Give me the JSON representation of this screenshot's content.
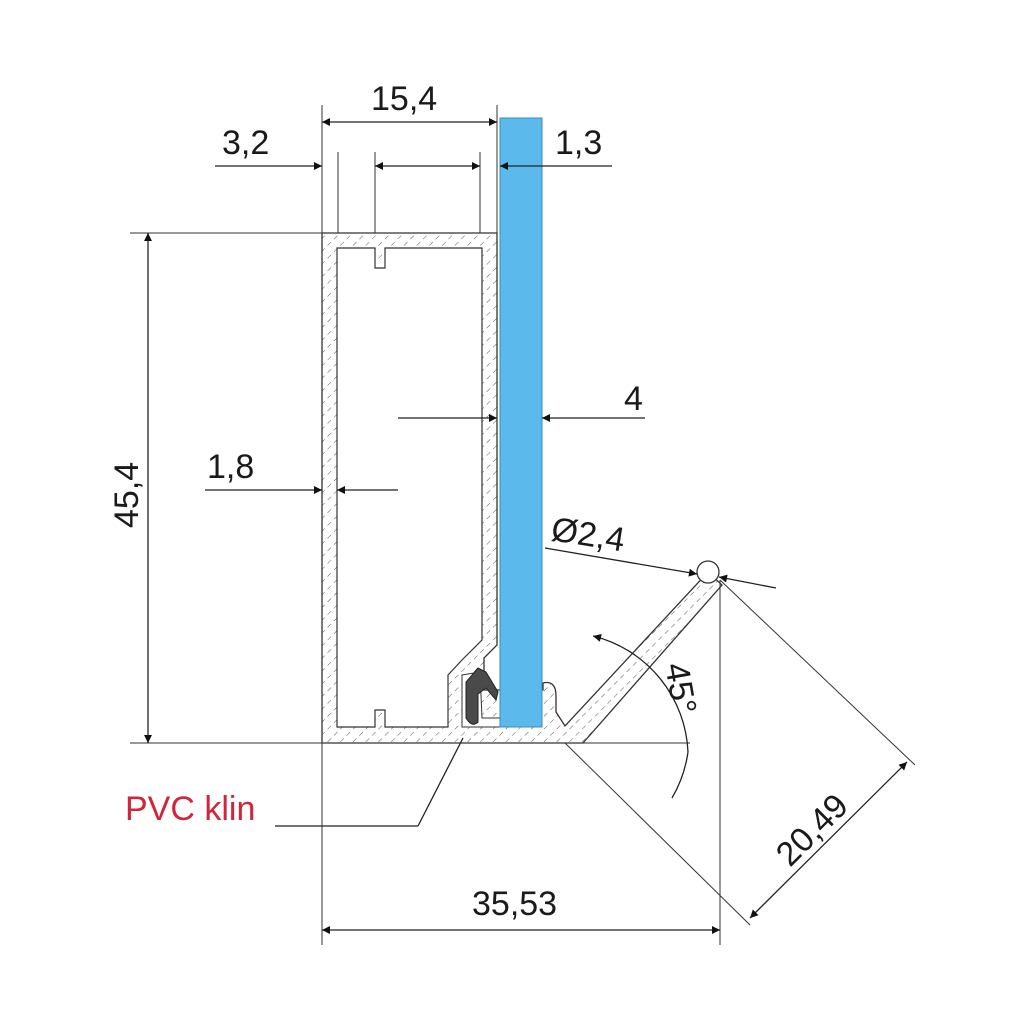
{
  "dimensions": {
    "top_width": "15,4",
    "wall_left": "3,2",
    "gap_glass": "1,3",
    "height": "45,4",
    "wall_thickness": "1,8",
    "glass_thickness": "4",
    "diameter": "Ø2,4",
    "angle": "45°",
    "arm_length": "20,49",
    "base_width": "35,53"
  },
  "labels": {
    "pvc": "PVC klin"
  },
  "colors": {
    "glass": "#5bb9ec",
    "gasket": "#4a4a4a",
    "pvc_label": "#d0253a",
    "hatch": "#555555"
  }
}
